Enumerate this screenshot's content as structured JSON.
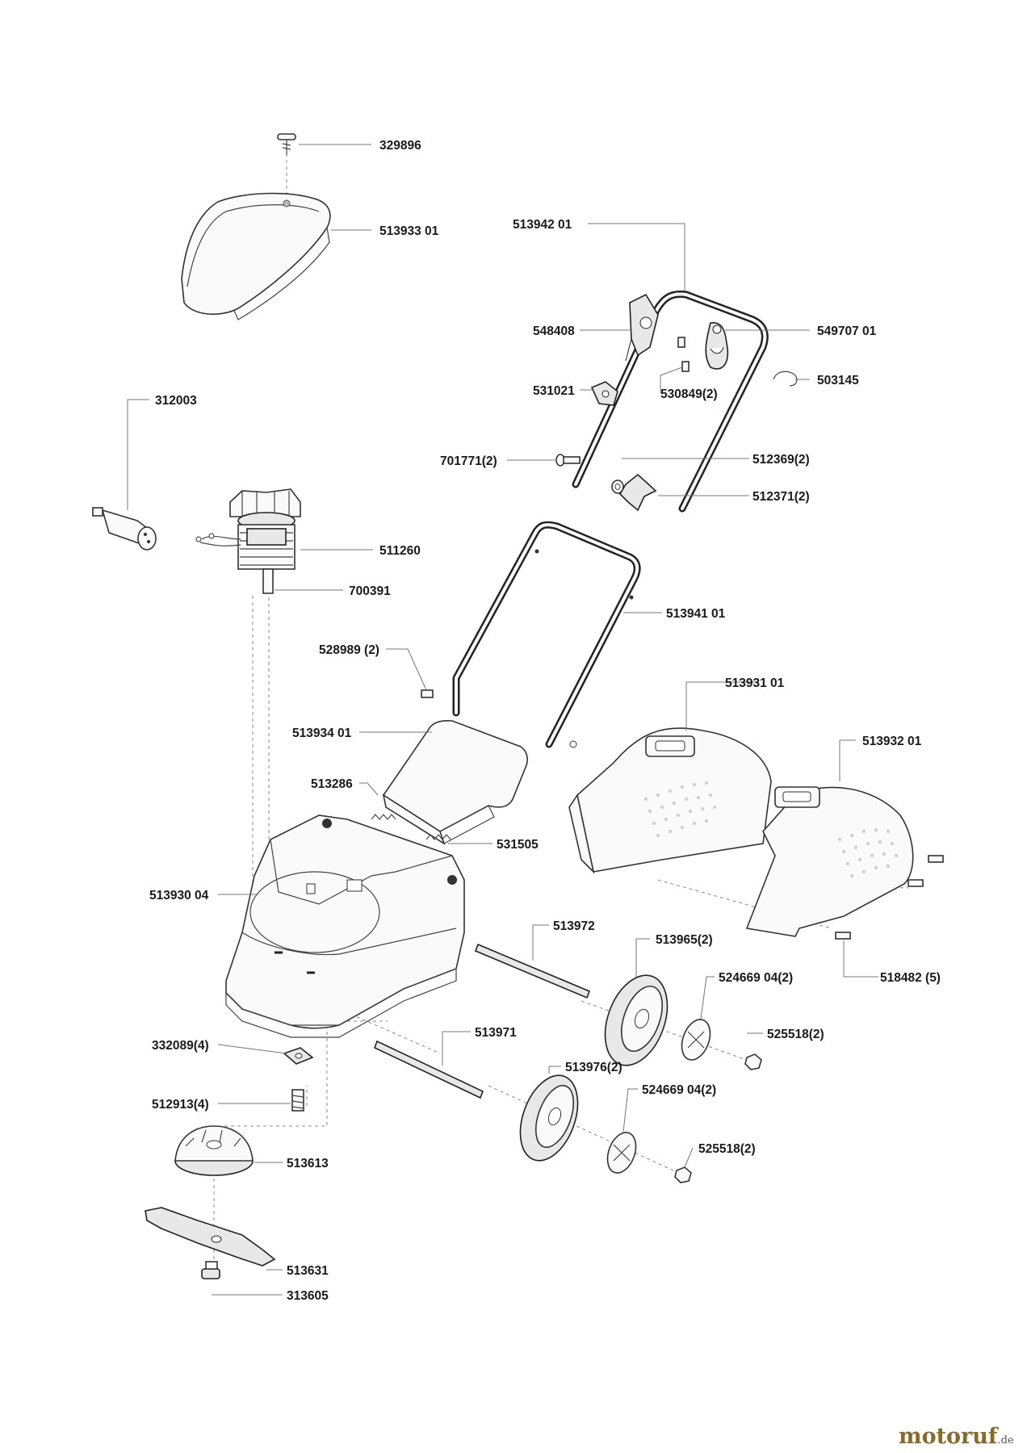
{
  "diagram": {
    "parts": [
      {
        "id": "p329896",
        "number": "329896"
      },
      {
        "id": "p513933",
        "number": "513933 01"
      },
      {
        "id": "p513942",
        "number": "513942 01"
      },
      {
        "id": "p548408",
        "number": "548408"
      },
      {
        "id": "p549707",
        "number": "549707 01"
      },
      {
        "id": "p531021",
        "number": "531021"
      },
      {
        "id": "p530849",
        "number": "530849(2)"
      },
      {
        "id": "p503145",
        "number": "503145"
      },
      {
        "id": "p312003",
        "number": "312003"
      },
      {
        "id": "p701771",
        "number": "701771(2)"
      },
      {
        "id": "p512369",
        "number": "512369(2)"
      },
      {
        "id": "p512371",
        "number": "512371(2)"
      },
      {
        "id": "p511260",
        "number": "511260"
      },
      {
        "id": "p700391",
        "number": "700391"
      },
      {
        "id": "p513941",
        "number": "513941 01"
      },
      {
        "id": "p528989",
        "number": "528989 (2)"
      },
      {
        "id": "p513931",
        "number": "513931 01"
      },
      {
        "id": "p513934",
        "number": "513934 01"
      },
      {
        "id": "p513932",
        "number": "513932 01"
      },
      {
        "id": "p513286",
        "number": "513286"
      },
      {
        "id": "p531505",
        "number": "531505"
      },
      {
        "id": "p513930",
        "number": "513930 04"
      },
      {
        "id": "p513972",
        "number": "513972"
      },
      {
        "id": "p513965",
        "number": "513965(2)"
      },
      {
        "id": "p518482",
        "number": "518482 (5)"
      },
      {
        "id": "p524669a",
        "number": "524669 04(2)"
      },
      {
        "id": "p525518a",
        "number": "525518(2)"
      },
      {
        "id": "p513971",
        "number": "513971"
      },
      {
        "id": "p332089",
        "number": "332089(4)"
      },
      {
        "id": "p513976",
        "number": "513976(2)"
      },
      {
        "id": "p524669b",
        "number": "524669 04(2)"
      },
      {
        "id": "p512913",
        "number": "512913(4)"
      },
      {
        "id": "p525518b",
        "number": "525518(2)"
      },
      {
        "id": "p513613",
        "number": "513613"
      },
      {
        "id": "p513631",
        "number": "513631"
      },
      {
        "id": "p313605",
        "number": "313605"
      }
    ]
  },
  "watermark": {
    "brand": "motoruf",
    "tld": ".de"
  }
}
